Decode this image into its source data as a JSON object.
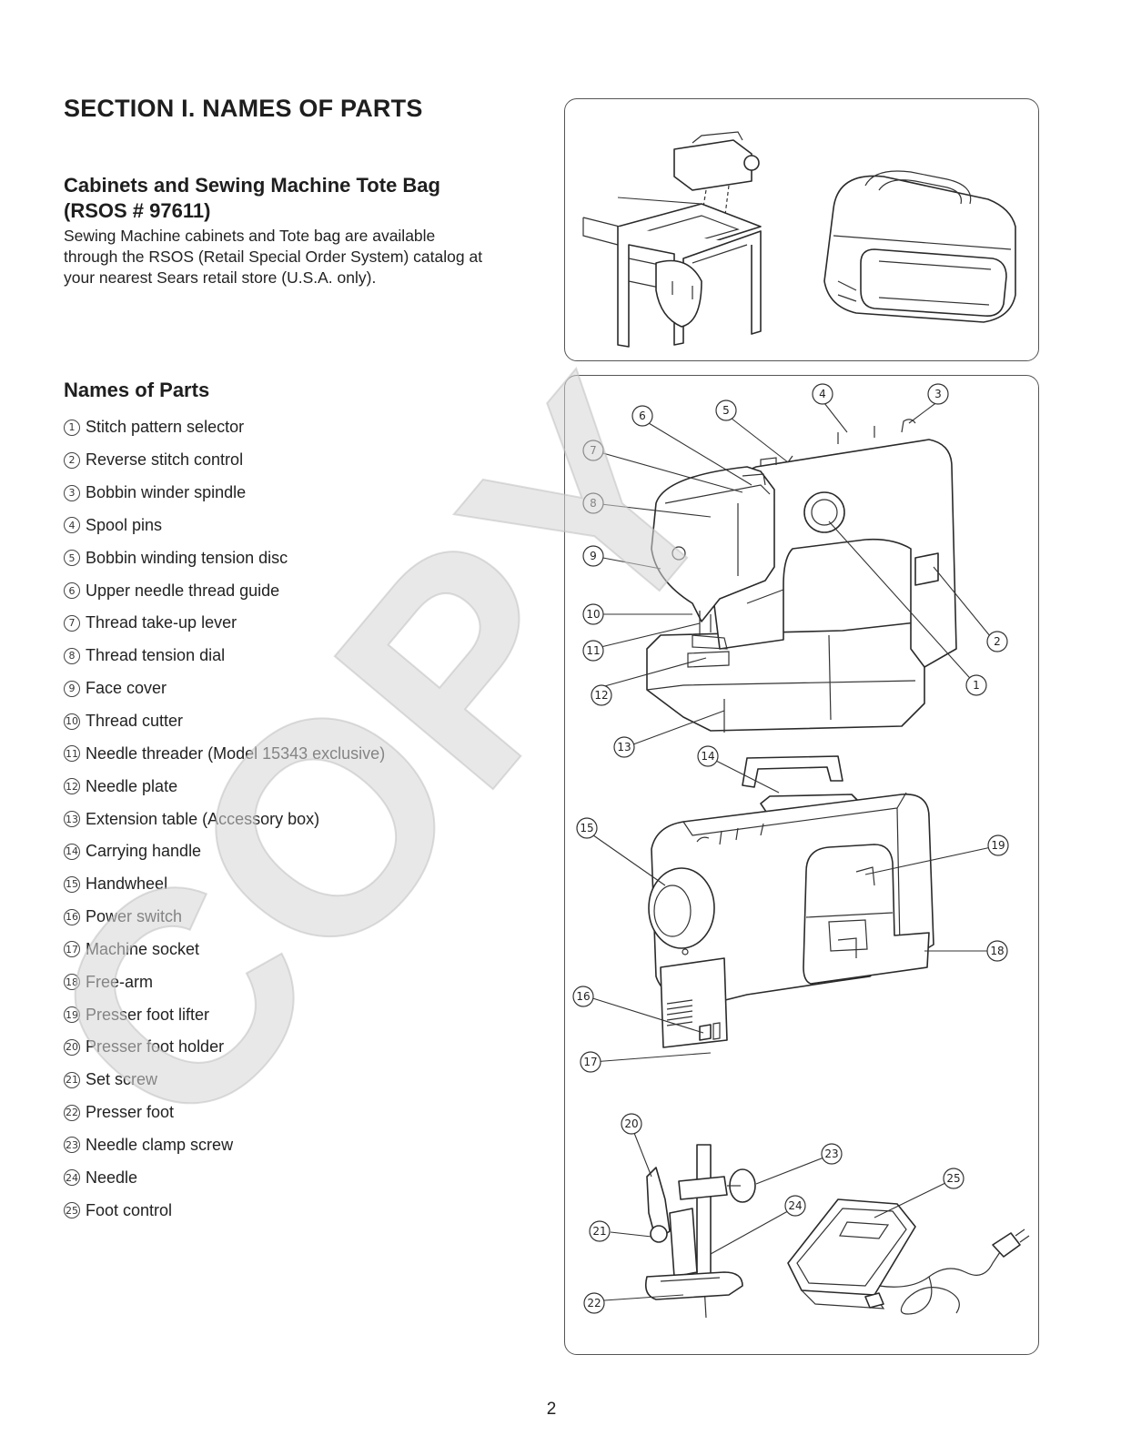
{
  "section_title": "SECTION I. NAMES OF PARTS",
  "cabinets": {
    "heading_line1": "Cabinets and Sewing Machine Tote Bag",
    "heading_line2": "(RSOS # 97611)",
    "body_line1": "Sewing Machine cabinets and Tote bag are available",
    "body_line2": "through the RSOS (Retail Special Order System) catalog at",
    "body_line3": "your nearest Sears retail store (U.S.A. only)."
  },
  "names_of_parts": {
    "heading": "Names of Parts",
    "items": [
      {
        "num": "1",
        "label": "Stitch pattern selector"
      },
      {
        "num": "2",
        "label": "Reverse stitch control"
      },
      {
        "num": "3",
        "label": "Bobbin winder spindle"
      },
      {
        "num": "4",
        "label": "Spool pins"
      },
      {
        "num": "5",
        "label": "Bobbin winding tension disc"
      },
      {
        "num": "6",
        "label": "Upper needle thread guide"
      },
      {
        "num": "7",
        "label": "Thread take-up lever"
      },
      {
        "num": "8",
        "label": "Thread tension dial"
      },
      {
        "num": "9",
        "label": "Face cover"
      },
      {
        "num": "10",
        "label": "Thread cutter"
      },
      {
        "num": "11",
        "label": "Needle threader (Model 15343 exclusive)"
      },
      {
        "num": "12",
        "label": "Needle plate"
      },
      {
        "num": "13",
        "label": "Extension table (Accessory box)"
      },
      {
        "num": "14",
        "label": "Carrying handle"
      },
      {
        "num": "15",
        "label": "Handwheel"
      },
      {
        "num": "16",
        "label": "Power switch"
      },
      {
        "num": "17",
        "label": "Machine socket"
      },
      {
        "num": "18",
        "label": "Free-arm"
      },
      {
        "num": "19",
        "label": "Presser foot lifter"
      },
      {
        "num": "20",
        "label": "Presser foot holder"
      },
      {
        "num": "21",
        "label": "Set screw"
      },
      {
        "num": "22",
        "label": "Presser foot"
      },
      {
        "num": "23",
        "label": "Needle clamp screw"
      },
      {
        "num": "24",
        "label": "Needle"
      },
      {
        "num": "25",
        "label": "Foot control"
      }
    ]
  },
  "watermark_text": "COPY",
  "page_number": "2"
}
